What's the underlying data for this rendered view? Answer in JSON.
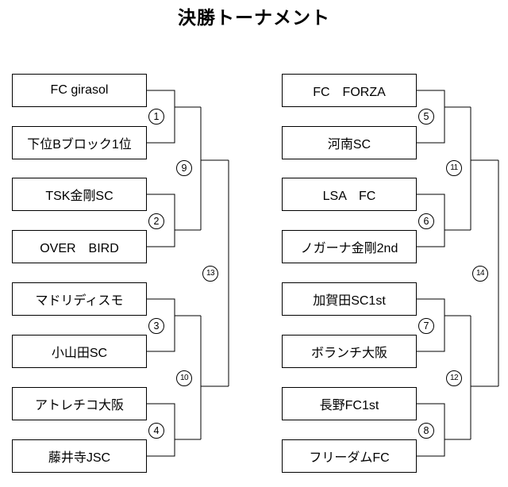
{
  "title": "決勝トーナメント",
  "left_block": {
    "teams": [
      "FC girasol",
      "下位Bブロック1位",
      "TSK金剛SC",
      "OVER　BIRD",
      "マドリディスモ",
      "小山田SC",
      "アトレチコ大阪",
      "藤井寺JSC"
    ],
    "round1_match_numbers": [
      "1",
      "2",
      "3",
      "4"
    ],
    "round2_match_numbers": [
      "9",
      "10"
    ],
    "semifinal_match_number": "13"
  },
  "right_block": {
    "teams": [
      "FC　FORZA",
      "河南SC",
      "LSA　FC",
      "ノガーナ金剛2nd",
      "加賀田SC1st",
      "ボランチ大阪",
      "長野FC1st",
      "フリーダムFC"
    ],
    "round1_match_numbers": [
      "5",
      "6",
      "7",
      "8"
    ],
    "round2_match_numbers": [
      "11",
      "12"
    ],
    "semifinal_match_number": "14"
  },
  "colors": {
    "line": "#000000",
    "background": "#ffffff",
    "text": "#000000"
  }
}
